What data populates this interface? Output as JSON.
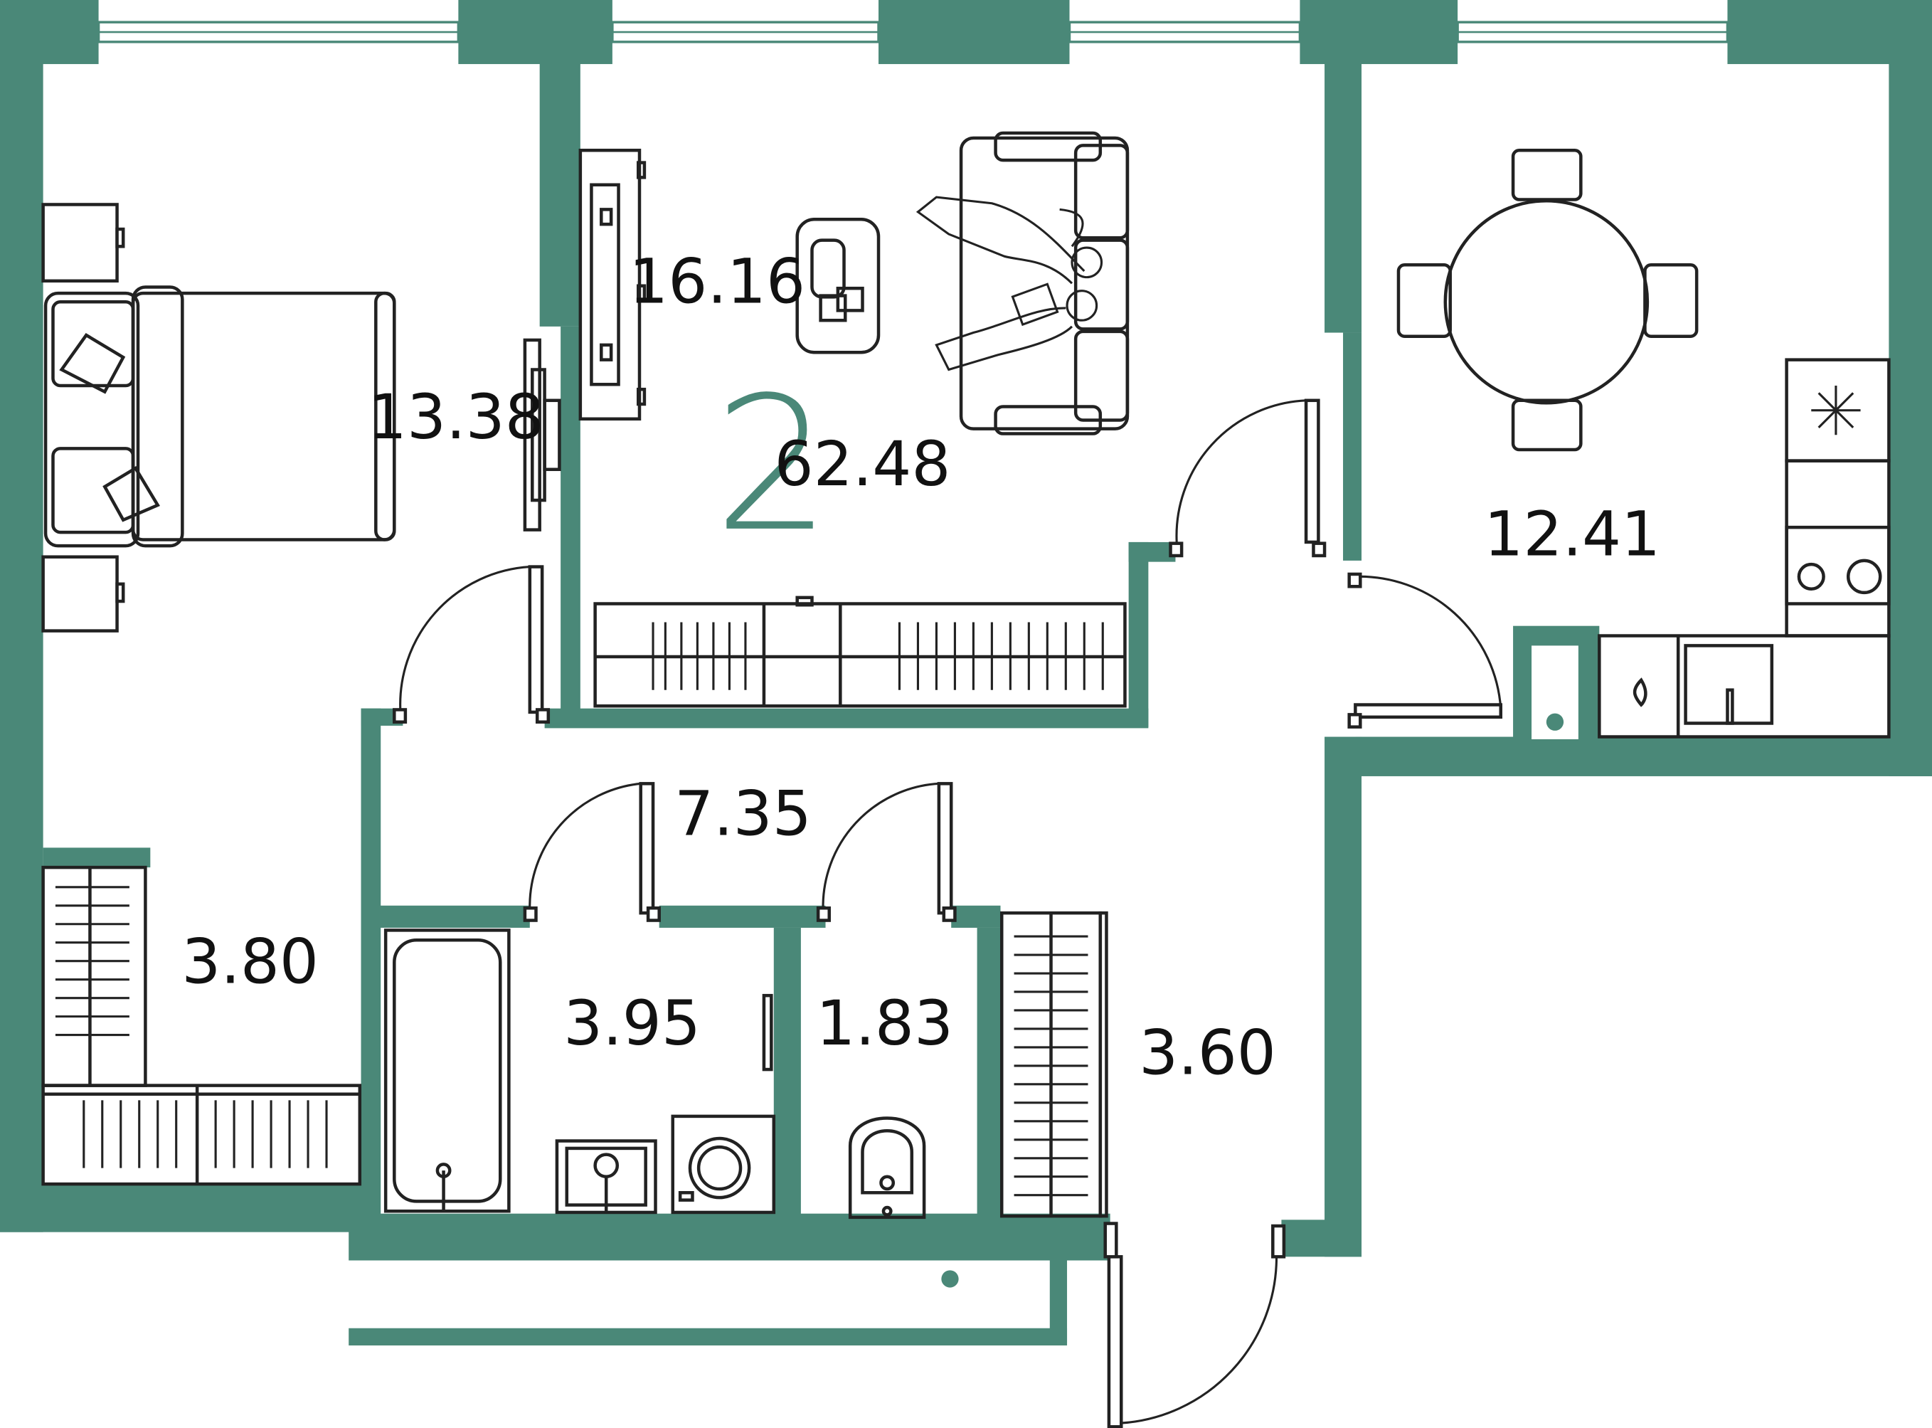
{
  "plan": {
    "rooms_count": "2",
    "total_area": "62.48"
  },
  "rooms": {
    "living_room": "16.16",
    "bedroom": "13.38",
    "kitchen": "12.41",
    "hall": "7.35",
    "wardrobe": "3.80",
    "bathroom": "3.95",
    "toilet": "1.83",
    "entrance": "3.60"
  },
  "colors": {
    "wall": "#4a8878",
    "line": "#222222",
    "background": "#ffffff"
  },
  "icons": {
    "fridge": "snowflake-icon",
    "riser": "riser-dot-icon"
  }
}
